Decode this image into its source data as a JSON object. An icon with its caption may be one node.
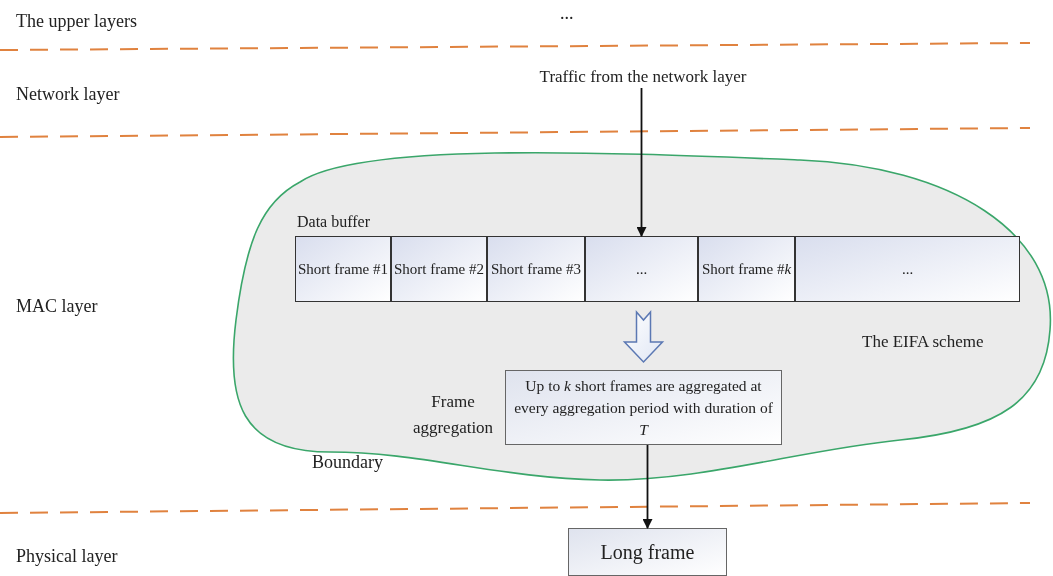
{
  "diagram": {
    "nodes": [
      {
        "text": [
          "The EIFA scheme"
        ]
      },
      {
        "text": [
          "Traffic from the network layer"
        ]
      },
      {
        "text": [
          "Data buffer"
        ],
        "in": 0
      },
      {
        "text": [
          "Short frame #1"
        ],
        "in": 2
      },
      {
        "text": [
          "Short frame #2"
        ],
        "in": 2
      },
      {
        "text": [
          "Short frame #3"
        ],
        "in": 2
      },
      {
        "text": [
          "..."
        ],
        "in": 2
      },
      {
        "text": [
          "Short frame #*k*"
        ],
        "in": 2
      },
      {
        "text": [
          "..."
        ],
        "in": 2
      },
      {
        "text": [
          "Up to *k* short frames are aggregated at every aggregation period with duration of *T*"
        ],
        "in": 0,
        "beside": [
          "Frame aggregation"
        ]
      },
      {
        "text": [
          "Long frame"
        ]
      }
    ],
    "edges": [
      {
        "from": 1,
        "to": 6,
        "arrow": "to"
      },
      {
        "from": 2,
        "to": 9,
        "arrow": "to",
        "style": "thick"
      },
      {
        "from": 9,
        "to": 10,
        "arrow": "to"
      }
    ],
    "labels": [
      "The upper layers",
      "...",
      "Network layer",
      "MAC layer",
      "Boundary",
      "Physical layer"
    ]
  }
}
